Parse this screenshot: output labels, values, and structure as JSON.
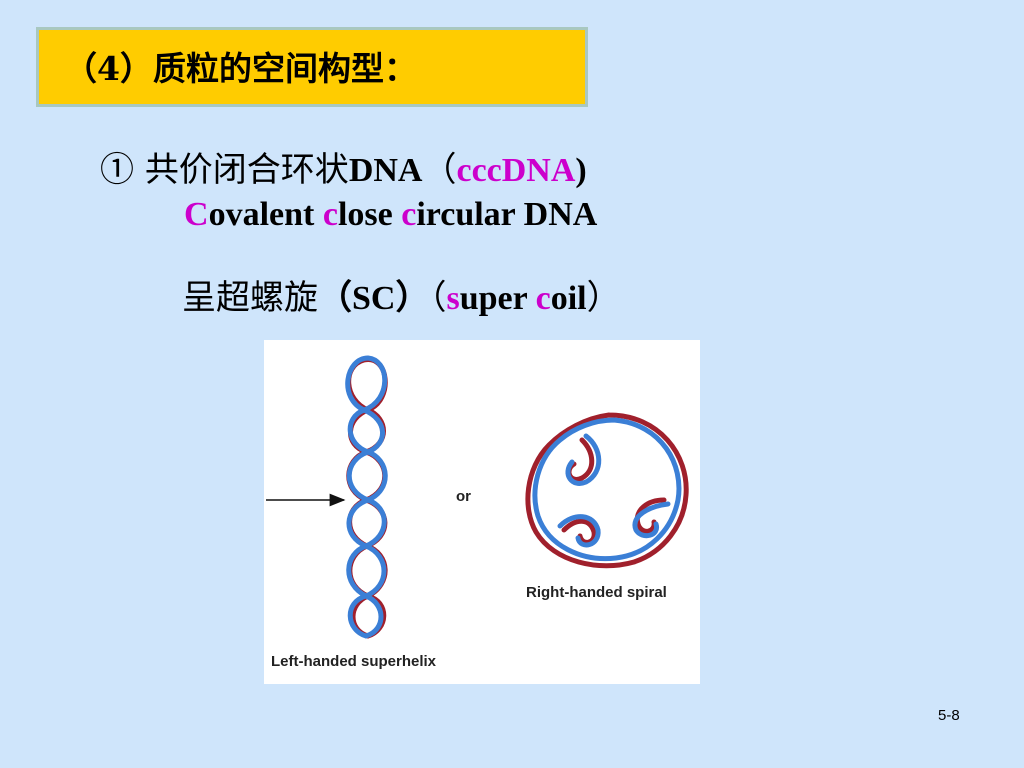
{
  "slide": {
    "title": "（4）质粒的空间构型：",
    "item1": {
      "marker": "①",
      "zh": "共价闭合环状",
      "dna": "DNA",
      "paren_open": "（",
      "abbr": "cccDNA",
      "paren_close": ")"
    },
    "item1_en": {
      "c1": "C",
      "w1": "ovalent ",
      "c2": "c",
      "w2": "lose ",
      "c3": "c",
      "w3": "ircular DNA"
    },
    "item2": {
      "zh": "呈超螺旋",
      "sc": "（SC）",
      "paren_open": "（",
      "s": "s",
      "w1": "uper ",
      "c": "c",
      "w2": "oil",
      "paren_close": "）"
    },
    "figure": {
      "caption_left": "Left-handed superhelix",
      "caption_right": "Right-handed spiral",
      "or_label": "or"
    },
    "page_number": "5-8"
  },
  "colors": {
    "background": "#cfe5fb",
    "title_fill": "#ffcc00",
    "accent_magenta": "#cc00cc",
    "strand_red": "#a0202c",
    "strand_blue": "#3b7fd6"
  },
  "icons": {
    "left_figure": "supercoiled-dna-icon",
    "right_figure": "spiral-dna-icon",
    "pointer": "arrow-right-icon"
  }
}
